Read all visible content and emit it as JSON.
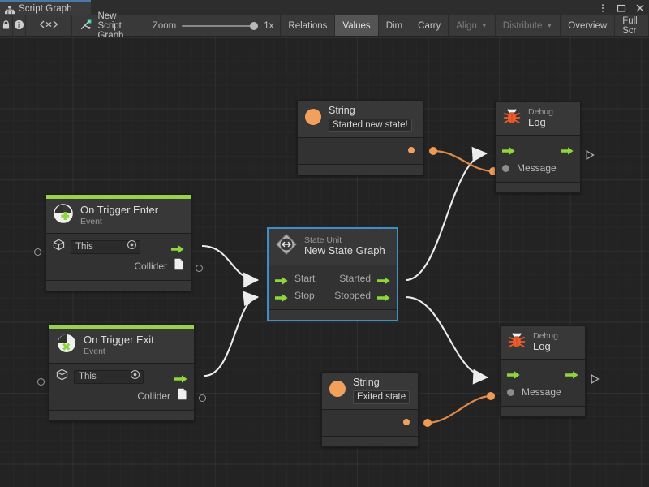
{
  "window": {
    "tab_label": "Script Graph",
    "tab_icon": "graph-hierarchy-icon",
    "controls": [
      {
        "name": "kebab-menu-icon",
        "glyph": "⋮"
      },
      {
        "name": "maximize-icon",
        "glyph": "□"
      },
      {
        "name": "close-icon",
        "glyph": "✕"
      }
    ]
  },
  "toolbar": {
    "lock_icon": "lock-icon",
    "info_icon": "info-icon",
    "code_icon": "code-brackets-icon",
    "graph_icon": "script-graph-icon",
    "graph_name": "New Script Graph",
    "zoom_label": "Zoom",
    "zoom_value": "1x",
    "buttons": [
      {
        "label": "Relations",
        "state": "normal",
        "caret": false
      },
      {
        "label": "Values",
        "state": "active",
        "caret": false
      },
      {
        "label": "Dim",
        "state": "normal",
        "caret": false
      },
      {
        "label": "Carry",
        "state": "normal",
        "caret": false
      },
      {
        "label": "Align",
        "state": "dim",
        "caret": true
      },
      {
        "label": "Distribute",
        "state": "dim",
        "caret": true
      },
      {
        "label": "Overview",
        "state": "normal",
        "caret": false
      },
      {
        "label": "Full Scr",
        "state": "normal",
        "caret": false
      }
    ]
  },
  "nodes": {
    "string_top": {
      "icon": "string-value-icon",
      "title": "String",
      "value": "Started new state!",
      "output_dot": "orange-value-port"
    },
    "string_bottom": {
      "icon": "string-value-icon",
      "title": "String",
      "value": "Exited state",
      "output_dot": "orange-value-port"
    },
    "debug_log_top": {
      "icon": "bug-icon",
      "sub": "Debug",
      "main": "Log",
      "in_flow": "flow-input-arrow",
      "out_flow": "flow-output-arrow",
      "message_label": "Message"
    },
    "debug_log_bottom": {
      "icon": "bug-icon",
      "sub": "Debug",
      "main": "Log",
      "in_flow": "flow-input-arrow",
      "out_flow": "flow-output-arrow",
      "message_label": "Message"
    },
    "on_trigger_enter": {
      "icon": "event-enter-icon",
      "main": "On Trigger Enter",
      "sub": "Event",
      "target_value": "This",
      "target_icon": "gameobject-cube-icon",
      "collider_label": "Collider",
      "collider_icon": "collider-doc-icon"
    },
    "on_trigger_exit": {
      "icon": "event-exit-icon",
      "main": "On Trigger Exit",
      "sub": "Event",
      "target_value": "This",
      "target_icon": "gameobject-cube-icon",
      "collider_label": "Collider",
      "collider_icon": "collider-doc-icon"
    },
    "state_unit": {
      "icon": "state-machine-icon",
      "sub": "State Unit",
      "main": "New  State  Graph",
      "selected": true,
      "in_ports": [
        "Start",
        "Stop"
      ],
      "out_ports": [
        "Started",
        "Stopped"
      ]
    }
  },
  "colors": {
    "accent_green": "#97d24a",
    "value_orange": "#ef9a53",
    "selection_blue": "#3f8fc4",
    "tab_accent": "#4a78a8",
    "canvas_bg": "#232323",
    "node_bg": "#313131",
    "wire_flow": "#e8e8e8"
  },
  "connections": [
    {
      "from": "on_trigger_enter.flow_out",
      "to": "state_unit.start",
      "kind": "flow"
    },
    {
      "from": "on_trigger_exit.flow_out",
      "to": "state_unit.stop",
      "kind": "flow"
    },
    {
      "from": "state_unit.started",
      "to": "debug_log_top.flow_in",
      "kind": "flow"
    },
    {
      "from": "state_unit.stopped",
      "to": "debug_log_bottom.flow_in",
      "kind": "flow"
    },
    {
      "from": "string_top.value_out",
      "to": "debug_log_top.message",
      "kind": "value"
    },
    {
      "from": "string_bottom.value_out",
      "to": "debug_log_bottom.message",
      "kind": "value"
    }
  ]
}
